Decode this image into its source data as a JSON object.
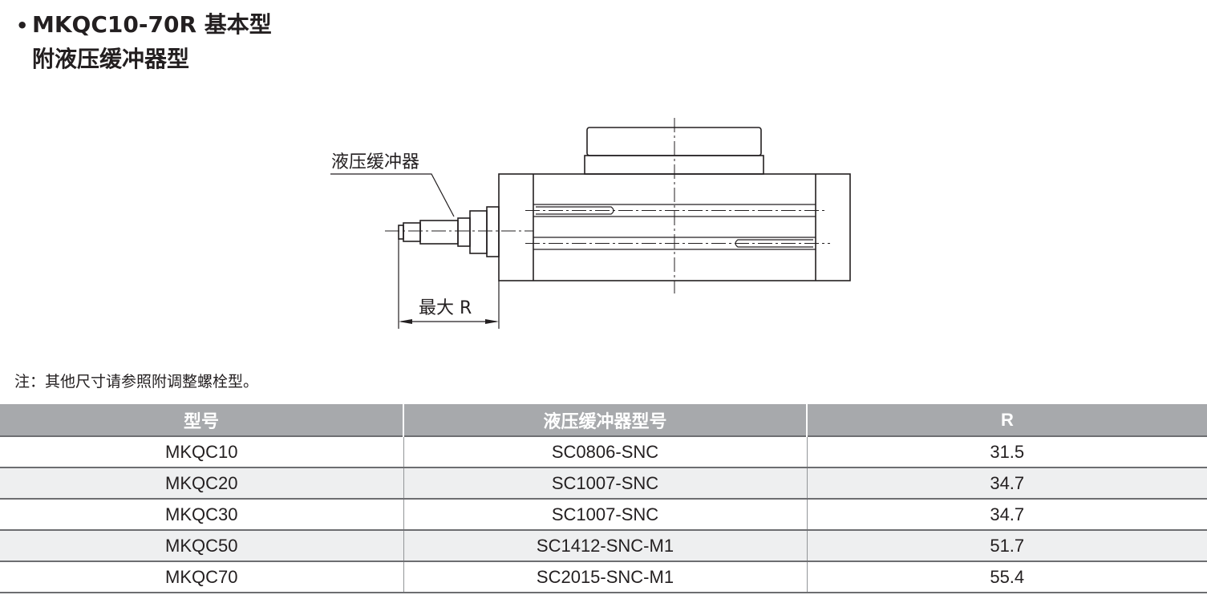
{
  "title": {
    "bullet": "•",
    "line1": "MKQC10-70R 基本型",
    "line2": "附液压缓冲器型"
  },
  "diagram": {
    "callout_label": "液压缓冲器",
    "dimension_label": "最大 R"
  },
  "note": "注：其他尺寸请参照附调整螺栓型。",
  "table": {
    "headers": [
      "型号",
      "液压缓冲器型号",
      "R"
    ],
    "rows": [
      [
        "MKQC10",
        "SC0806-SNC",
        "31.5"
      ],
      [
        "MKQC20",
        "SC1007-SNC",
        "34.7"
      ],
      [
        "MKQC30",
        "SC1007-SNC",
        "34.7"
      ],
      [
        "MKQC50",
        "SC1412-SNC-M1",
        "51.7"
      ],
      [
        "MKQC70",
        "SC2015-SNC-M1",
        "55.4"
      ]
    ]
  }
}
